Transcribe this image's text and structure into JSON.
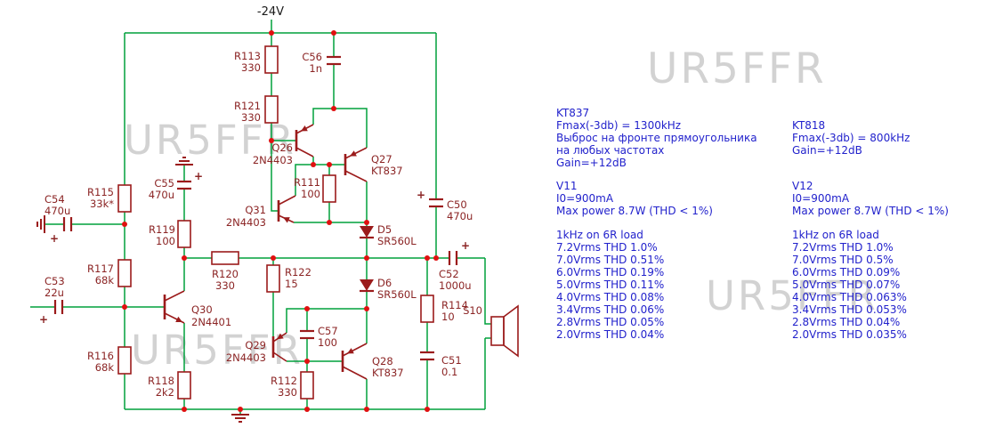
{
  "supply": {
    "label": "-24V"
  },
  "watermark": {
    "text": "UR5FFR"
  },
  "polarity": "+",
  "colors": {
    "wire_green": "#00a03c",
    "symbol_maroon": "#9b1b1b",
    "label_maroon": "#8b2424",
    "junction_red": "#e01010",
    "note_blue": "#2222cc",
    "watermark_gray": "#d2d2d2",
    "background": "#ffffff"
  },
  "components": {
    "R111": {
      "ref": "R111",
      "value": "100"
    },
    "R112": {
      "ref": "R112",
      "value": "330"
    },
    "R113": {
      "ref": "R113",
      "value": "330"
    },
    "R114": {
      "ref": "R114",
      "value": "10"
    },
    "R115": {
      "ref": "R115",
      "value": "33k*"
    },
    "R116": {
      "ref": "R116",
      "value": "68k"
    },
    "R117": {
      "ref": "R117",
      "value": "68k"
    },
    "R118": {
      "ref": "R118",
      "value": "2k2"
    },
    "R119": {
      "ref": "R119",
      "value": "100"
    },
    "R120": {
      "ref": "R120",
      "value": "330"
    },
    "R121": {
      "ref": "R121",
      "value": "330"
    },
    "R122": {
      "ref": "R122",
      "value": "15"
    },
    "C50": {
      "ref": "C50",
      "value": "470u"
    },
    "C51": {
      "ref": "C51",
      "value": "0.1"
    },
    "C52": {
      "ref": "C52",
      "value": "1000u"
    },
    "C53": {
      "ref": "C53",
      "value": "22u"
    },
    "C54": {
      "ref": "C54",
      "value": "470u"
    },
    "C55": {
      "ref": "C55",
      "value": "470u"
    },
    "C56": {
      "ref": "C56",
      "value": "1n"
    },
    "C57": {
      "ref": "C57",
      "value": "100"
    },
    "Q26": {
      "ref": "Q26",
      "value": "2N4403"
    },
    "Q27": {
      "ref": "Q27",
      "value": "KT837"
    },
    "Q28": {
      "ref": "Q28",
      "value": "KT837"
    },
    "Q29": {
      "ref": "Q29",
      "value": "2N4403"
    },
    "Q30": {
      "ref": "Q30",
      "value": "2N4401"
    },
    "Q31": {
      "ref": "Q31",
      "value": "2N4403"
    },
    "D5": {
      "ref": "D5",
      "value": "SR560L"
    },
    "D6": {
      "ref": "D6",
      "value": "SR560L"
    },
    "S10": {
      "ref": "S10",
      "value": ""
    }
  },
  "notes_left": {
    "header": [
      "KT837",
      "Fmax(-3db) = 1300kHz",
      "Выброс на фронте прямоугольника",
      "на любых частотах",
      "Gain=+12dB"
    ],
    "bias": [
      "V11",
      "I0=900mA",
      "Max power 8.7W (THD < 1%)"
    ],
    "thd": [
      "1kHz on 6R load",
      "7.2Vrms THD 1.0%",
      "7.0Vrms THD 0.51%",
      "6.0Vrms THD 0.19%",
      "5.0Vrms THD 0.11%",
      "4.0Vrms THD 0.08%",
      "3.4Vrms THD 0.06%",
      "2.8Vrms THD 0.05%",
      "2.0Vrms THD 0.04%"
    ]
  },
  "notes_right": {
    "header": [
      "KT818",
      "Fmax(-3db) = 800kHz",
      "Gain=+12dB"
    ],
    "bias": [
      "V12",
      "I0=900mA",
      "Max power 8.7W (THD < 1%)"
    ],
    "thd": [
      "1kHz on 6R load",
      "7.2Vrms THD 1.0%",
      "7.0Vrms THD 0.5%",
      "6.0Vrms THD 0.09%",
      "5.0Vrms THD 0.07%",
      "4.0Vrms THD 0.063%",
      "3.4Vrms THD 0.053%",
      "2.8Vrms THD 0.04%",
      "2.0Vrms THD 0.035%"
    ]
  }
}
